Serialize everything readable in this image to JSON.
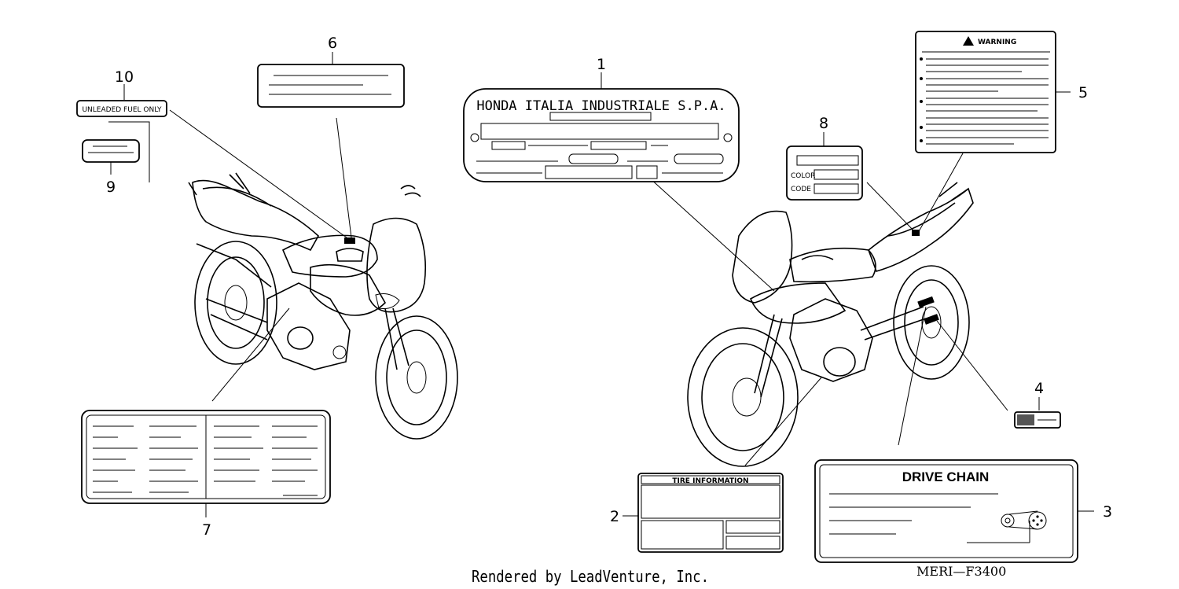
{
  "callouts": {
    "c1": "1",
    "c2": "2",
    "c3": "3",
    "c4": "4",
    "c5": "5",
    "c6": "6",
    "c7": "7",
    "c8": "8",
    "c9": "9",
    "c10": "10"
  },
  "labels": {
    "unleaded": "UNLEADED FUEL ONLY",
    "honda_plate": "HONDA ITALIA INDUSTRIALE S.P.A.",
    "warning": "WARNING",
    "color_label_color": "COLOR",
    "color_label_code": "CODE",
    "tire_info": "TIRE INFORMATION",
    "drive_chain": "DRIVE CHAIN"
  },
  "footer": {
    "credit": "Rendered by LeadVenture, Inc.",
    "diagram_code": "MERI—F3400"
  }
}
